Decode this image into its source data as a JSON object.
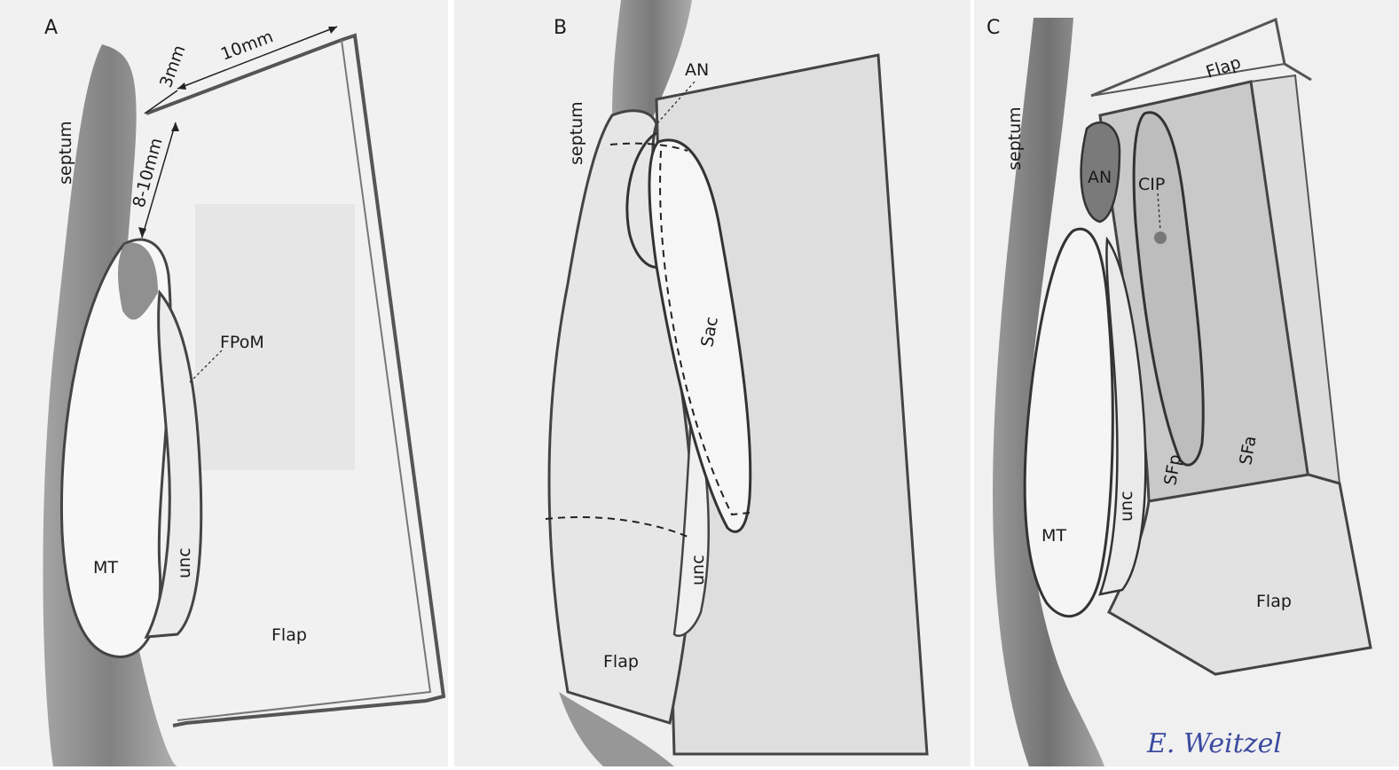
{
  "panels": {
    "a": {
      "label": "A",
      "septum": "septum",
      "dim_10mm": "10mm",
      "dim_3mm": "3mm",
      "dim_8_10mm": "8-10mm",
      "fpom": "FPoM",
      "mt": "MT",
      "unc": "unc",
      "flap": "Flap"
    },
    "b": {
      "label": "B",
      "septum": "septum",
      "an": "AN",
      "sac": "Sac",
      "unc": "unc",
      "flap": "Flap"
    },
    "c": {
      "label": "C",
      "septum": "septum",
      "flap_top": "Flap",
      "an": "AN",
      "cip": "CIP",
      "sfp": "SFp",
      "sfa": "SFa",
      "mt": "MT",
      "unc": "unc",
      "flap_bottom": "Flap"
    }
  },
  "signature": "E. Weitzel"
}
